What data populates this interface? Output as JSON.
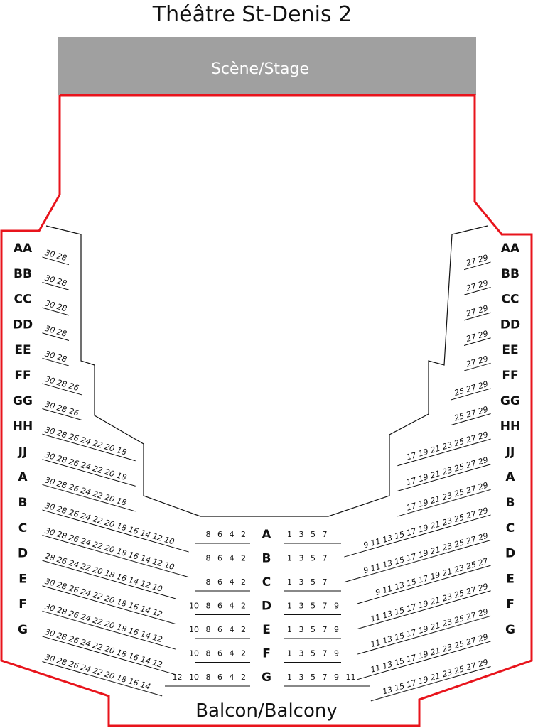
{
  "title": "Théâtre St-Denis 2",
  "stage_label": "Scène/Stage",
  "balcony_label": "Balcon/Balcony",
  "colors": {
    "outline": "#e8141c",
    "stage": "#a0a0a0",
    "ink": "#111111"
  },
  "side_rows": [
    "AA",
    "BB",
    "CC",
    "DD",
    "EE",
    "FF",
    "GG",
    "HH",
    "JJ",
    "A",
    "B",
    "C",
    "D",
    "E",
    "F",
    "G"
  ],
  "center_rows": [
    "A",
    "B",
    "C",
    "D",
    "E",
    "F",
    "G"
  ],
  "left_side_seats": [
    "30 28",
    "30 28",
    "30 28",
    "30 28",
    "30 28",
    "30 28 26",
    "30 28 26",
    "30 28 26 24 22 20 18",
    "30 28 26 24 22 20 18",
    "30 28 26 24 22 20 18",
    "30 28 26 24 22 20 18 16 14 12 10",
    "30 28 26 24 22 20 18 16 14 12 10",
    "28 26 24 22 20 18 16 14 12 10",
    "30 28 26 24 22 20 18 16 14 12",
    "30 28 26 24 22 20 18 16 14 12",
    "30 28 26 24 22 20 18 16 14 12",
    "30 28 26 24 22 20 18 16 14"
  ],
  "right_side_seats": [
    "27 29",
    "27 29",
    "27 29",
    "27 29",
    "27 29",
    "25 27 29",
    "25 27 29",
    "17 19 21 23 25 27 29",
    "17 19 21 23 25 27 29",
    "17 19 21 23 25 27 29",
    "9 11 13 15 17 19 21 23 25 27 29",
    "9 11 13 15 17 19 21 23 25 27 29",
    "9 11 13 15 17 19 21 23 25 27",
    "11 13 15 17 19 21 23 25 27 29",
    "11 13 15 17 19 21 23 25 27 29",
    "11 13 15 17 19 21 23 25 27 29",
    "13 15 17 19 21 23 25 27 29"
  ],
  "center_left_seats": [
    "8 6 4 2",
    "8 6 4 2",
    "8 6 4 2",
    "10 8 6 4 2",
    "10 8 6 4 2",
    "10 8 6 4 2",
    "12 10 8 6 4 2"
  ],
  "center_right_seats": [
    "1 3 5 7",
    "1 3 5 7",
    "1 3 5 7",
    "1 3 5 7 9",
    "1 3 5 7 9",
    "1 3 5 7 9",
    "1 3 5 7 9 11"
  ]
}
